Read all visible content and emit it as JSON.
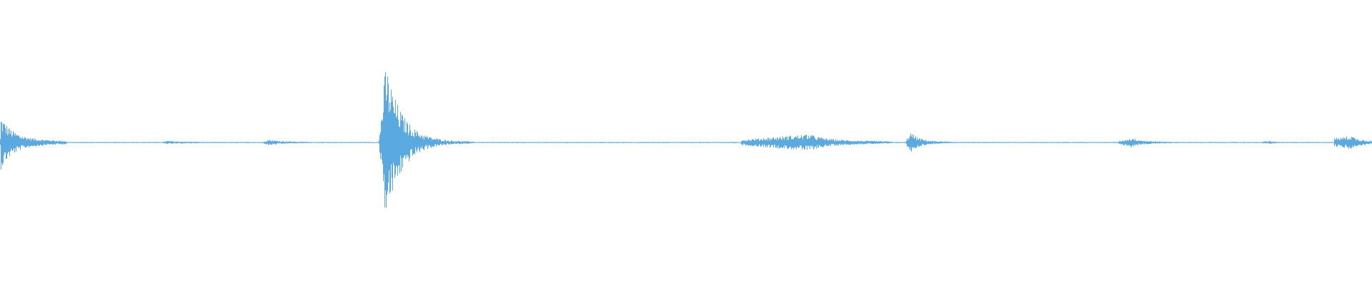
{
  "waveform": {
    "color": "#5aa9e1",
    "background": "#ffffff",
    "events": [
      {
        "start": 0.0,
        "peak_at": 0.0,
        "end": 0.048,
        "peak": 0.2,
        "floor": 0.03
      },
      {
        "start": 0.119,
        "peak_at": 0.122,
        "end": 0.16,
        "peak": 0.012,
        "floor": 0.008
      },
      {
        "start": 0.192,
        "peak_at": 0.196,
        "end": 0.23,
        "peak": 0.022,
        "floor": 0.01
      },
      {
        "start": 0.276,
        "peak_at": 0.281,
        "end": 0.345,
        "peak": 0.56,
        "floor": 0.015
      },
      {
        "start": 0.54,
        "peak_at": 0.59,
        "end": 0.65,
        "peak": 0.06,
        "floor": 0.02
      },
      {
        "start": 0.66,
        "peak_at": 0.663,
        "end": 0.7,
        "peak": 0.075,
        "floor": 0.01
      },
      {
        "start": 0.815,
        "peak_at": 0.825,
        "end": 0.86,
        "peak": 0.035,
        "floor": 0.01
      },
      {
        "start": 0.92,
        "peak_at": 0.925,
        "end": 0.94,
        "peak": 0.012,
        "floor": 0.006
      },
      {
        "start": 0.972,
        "peak_at": 0.985,
        "end": 1.0,
        "peak": 0.05,
        "floor": 0.03
      }
    ],
    "baseline_amplitude": 0.004
  }
}
